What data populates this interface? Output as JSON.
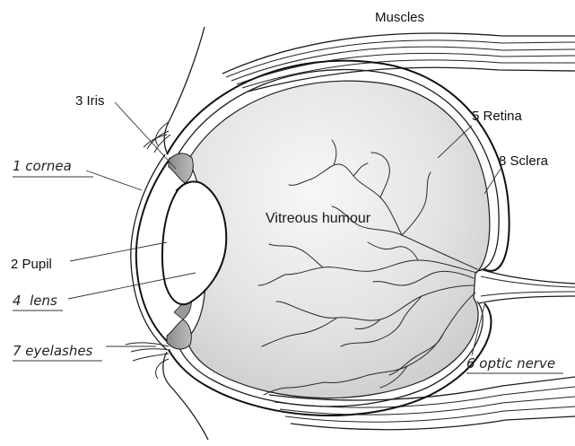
{
  "labels": {
    "muscles": "Muscles",
    "iris": "3 Iris",
    "retina": "5 Retina",
    "sclera": "8 Sclera",
    "cornea": "1 cornea",
    "pupil": "2 Pupil",
    "lens": "4  lens",
    "eyelashes": "7 eyelashes",
    "optic_nerve": "6 optic nerve",
    "vitreous": "Vitreous humour"
  }
}
